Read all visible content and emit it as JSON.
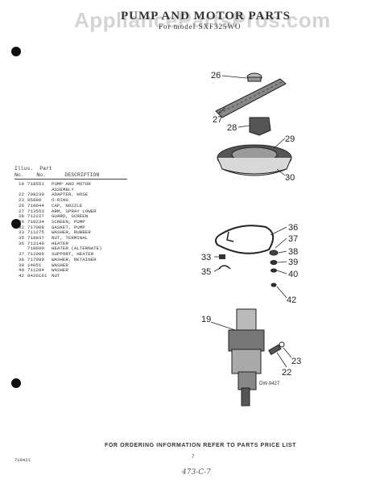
{
  "watermark": "AppliancePartsPros.com",
  "header": {
    "title": "PUMP AND MOTOR PARTS",
    "subtitle": "For model SXF325WO"
  },
  "table": {
    "col_illus_1": "Illus.",
    "col_illus_2": "No.",
    "col_part_1": "Part",
    "col_part_2": "No.",
    "col_desc": "DESCRIPTION",
    "rows": [
      {
        "illus": "19",
        "part": "718551",
        "desc": "PUMP AND MOTOR"
      },
      {
        "illus": "",
        "part": "",
        "desc": "ASSEMBLY"
      },
      {
        "illus": "22",
        "part": "708230",
        "desc": "ADAPTER, HOSE"
      },
      {
        "illus": "23",
        "part": "95880",
        "desc": "O-RING"
      },
      {
        "illus": "26",
        "part": "718044",
        "desc": "CAP, NOZZLE"
      },
      {
        "illus": "27",
        "part": "713553",
        "desc": "ARM, SPRAY LOWER"
      },
      {
        "illus": "28",
        "part": "712227",
        "desc": "GUARD, SCREEN"
      },
      {
        "illus": "29",
        "part": "718234",
        "desc": "SCREEN, PUMP"
      },
      {
        "illus": "32",
        "part": "717008",
        "desc": "GASKET, PUMP"
      },
      {
        "illus": "33",
        "part": "711275",
        "desc": "WASHER, RUBBER"
      },
      {
        "illus": "35",
        "part": "718937",
        "desc": "NUT, TERMINAL"
      },
      {
        "illus": "36",
        "part": "713140",
        "desc": "HEATER"
      },
      {
        "illus": "",
        "part": "718690",
        "desc": "HEATER (ALTERNATE)"
      },
      {
        "illus": "37",
        "part": "711006",
        "desc": "SUPPORT, HEATER"
      },
      {
        "illus": "38",
        "part": "717089",
        "desc": "WASHER, RETAINER"
      },
      {
        "illus": "39",
        "part": "14051",
        "desc": "WASHER"
      },
      {
        "illus": "40",
        "part": "711284",
        "desc": "WASHER"
      },
      {
        "illus": "42",
        "part": "9420161",
        "desc": "NUT"
      }
    ]
  },
  "callouts": {
    "c26": "26",
    "c27": "27",
    "c28": "28",
    "c29": "29",
    "c30": "30",
    "c36": "36",
    "c37": "37",
    "c38": "38",
    "c39": "39",
    "c40": "40",
    "c33": "33",
    "c35": "35",
    "c42": "42",
    "c19": "19",
    "c23": "23",
    "c22": "22"
  },
  "diagram_code": "DW-9427",
  "footer": "FOR ORDERING INFORMATION REFER TO PARTS PRICE LIST",
  "doc_number": "719421",
  "page_number": "7",
  "handwritten": "473-C-7"
}
